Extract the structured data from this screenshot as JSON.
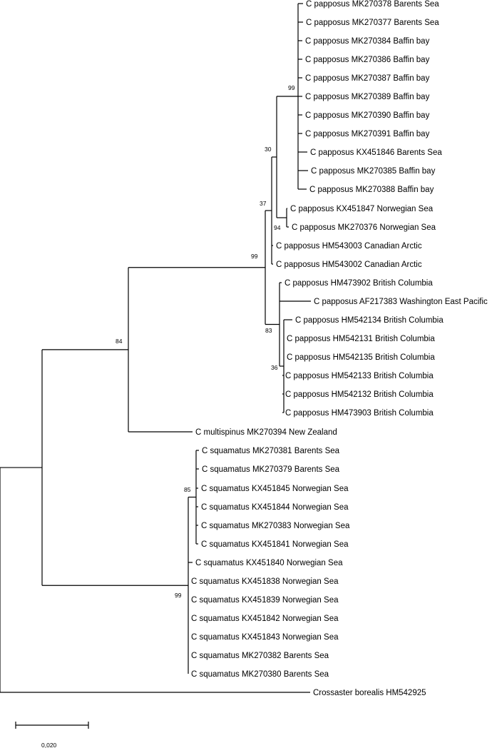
{
  "tree": {
    "tip_labels": [
      "C papposus MK270378 Barents Sea",
      "C papposus MK270377 Barents Sea",
      "C papposus MK270384 Baffin bay",
      "C papposus MK270386 Baffin bay",
      "C papposus MK270387 Baffin bay",
      "C papposus MK270389 Baffin bay",
      "C papposus MK270390 Baffin bay",
      "C papposus MK270391 Baffin bay",
      "C papposus KX451846 Barents Sea",
      "C papposus MK270385 Baffin bay",
      "C papposus MK270388 Baffin bay",
      "C papposus KX451847 Norwegian Sea",
      "C papposus MK270376 Norwegian Sea",
      "C papposus HM543003 Canadian Arctic",
      "C papposus HM543002 Canadian Arctic",
      "C papposus HM473902 British Columbia",
      "C papposus AF217383 Washington East Pacific",
      "C papposus HM542134 British Columbia",
      "C papposus HM542131 British Columbia",
      "C papposus HM542135 British Columbia",
      "C papposus HM542133 British Columbia",
      "C papposus HM542132 British Columbia",
      "C papposus HM473903 British Columbia",
      "C multispinus MK270394 New Zealand",
      "C squamatus MK270381 Barents Sea",
      "C squamatus MK270379 Barents Sea",
      "C squamatus KX451845 Norwegian Sea",
      "C squamatus KX451844 Norwegian Sea",
      "C squamatus MK270383 Norwegian Sea",
      "C squamatus KX451841 Norwegian Sea",
      "C squamatus KX451840 Norwegian Sea",
      "C squamatus KX451838 Norwegian Sea",
      "C squamatus KX451839 Norwegian Sea",
      "C squamatus KX451842 Norwegian Sea",
      "C squamatus KX451843 Norwegian Sea",
      "C squamatus MK270382 Barents Sea",
      "C squamatus MK270380 Barents Sea",
      "Crossaster borealis HM542925"
    ],
    "bootstrap_values": [
      "99",
      "30",
      "37",
      "94",
      "99",
      "83",
      "36",
      "84",
      "85",
      "99"
    ],
    "scale_bar_label": "0,020"
  }
}
